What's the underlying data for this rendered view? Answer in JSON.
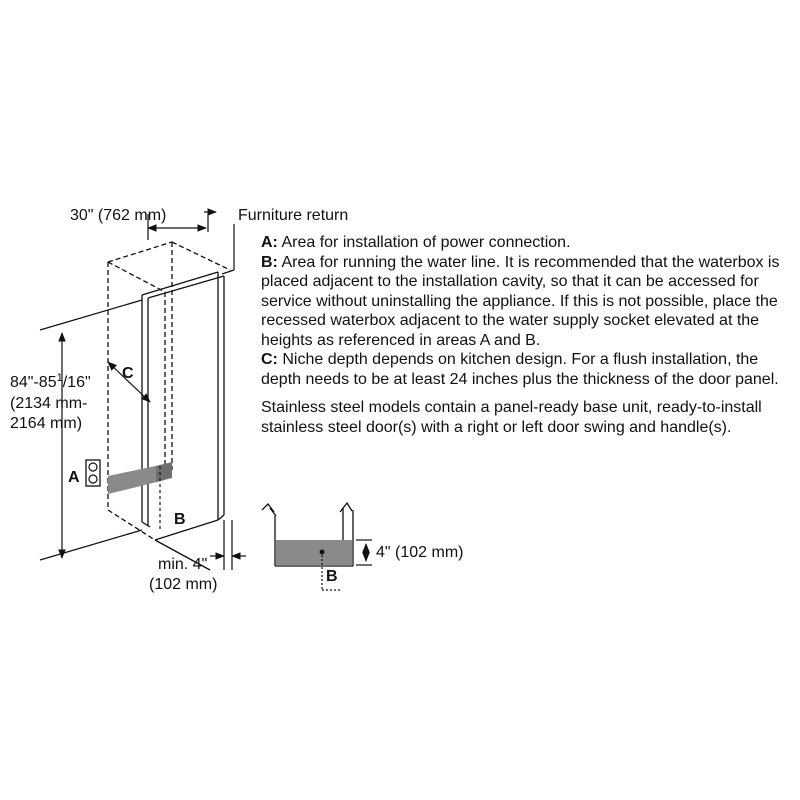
{
  "diagram": {
    "width_label": "30\" (762 mm)",
    "furniture_label": "Furniture return",
    "height_label": {
      "line1_main": "84\"-85",
      "line1_sup": "1",
      "line1_frac": "/16\"",
      "line2": "(2134 mm-",
      "line3": "2164 mm)"
    },
    "marker_a": "A",
    "marker_b": "B",
    "marker_c": "C",
    "min_label": "min. 4\"",
    "min_label_mm": "(102 mm)",
    "detail_height_label": "4\" (102 mm)",
    "detail_marker_b": "B"
  },
  "notes": {
    "a_key": "A:",
    "a_text": " Area for installation of power connection.",
    "b_key": "B:",
    "b_text": " Area for running the water line. It is recommended that the waterbox is placed adjacent to the installation cavity, so that it can be accessed for service without uninstalling the appliance. If this is not possible, place the recessed waterbox adjacent to the water supply socket elevated at the heights as referenced in areas A and B.",
    "c_key": "C:",
    "c_text": " Niche depth depends on kitchen design. For a flush installation, the depth needs to be at least 24 inches plus the thickness of the door panel.",
    "stainless": "Stainless steel models contain a panel-ready base unit, ready-to-install stainless steel door(s) with a right or left door swing and handle(s)."
  }
}
